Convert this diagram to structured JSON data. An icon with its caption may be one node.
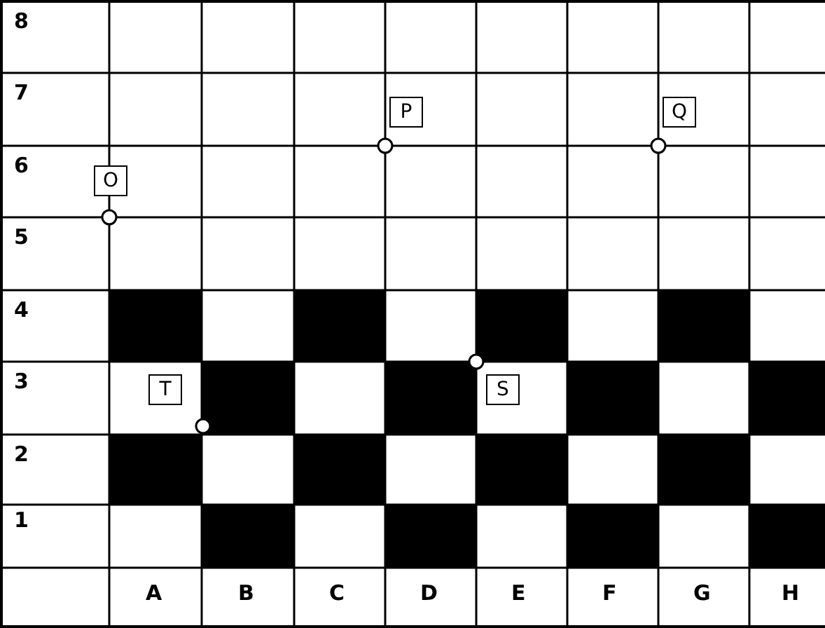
{
  "diagram": {
    "labels": [
      "8",
      "7",
      "P",
      "Q",
      "6",
      "O",
      "5",
      "4",
      "3",
      "T",
      "S",
      "2",
      "1",
      "A",
      "B",
      "C",
      "D",
      "E",
      "F",
      "G",
      "H"
    ]
  }
}
